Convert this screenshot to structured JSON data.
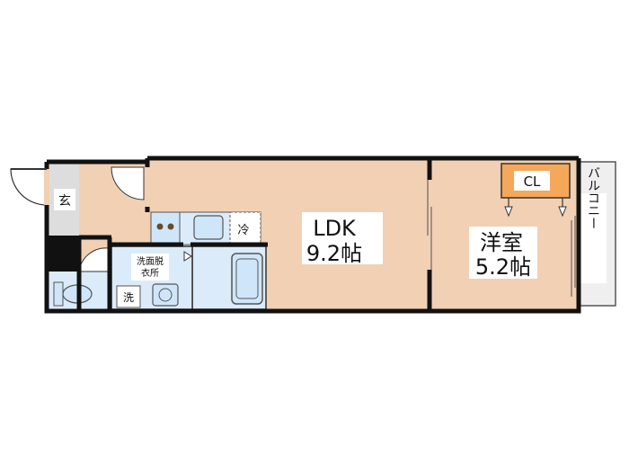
{
  "rooms": {
    "ldk": {
      "name": "LDK",
      "size": "9.2帖"
    },
    "western": {
      "name": "洋室",
      "size": "5.2帖"
    },
    "closet": {
      "name": "CL"
    },
    "balcony": {
      "name": "バルコニー"
    },
    "entrance": {
      "name": "玄"
    },
    "fridge": {
      "name": "冷"
    },
    "washroom": {
      "line1": "洗面脱",
      "line2": "衣所"
    },
    "washer": {
      "name": "洗"
    }
  },
  "colors": {
    "floor": "#f2d0b4",
    "wet_area": "#dcebfa",
    "closet": "#f5a75a",
    "balcony": "#efefef",
    "wall": "#111111",
    "fixture_blue": "#cfe6fa"
  }
}
